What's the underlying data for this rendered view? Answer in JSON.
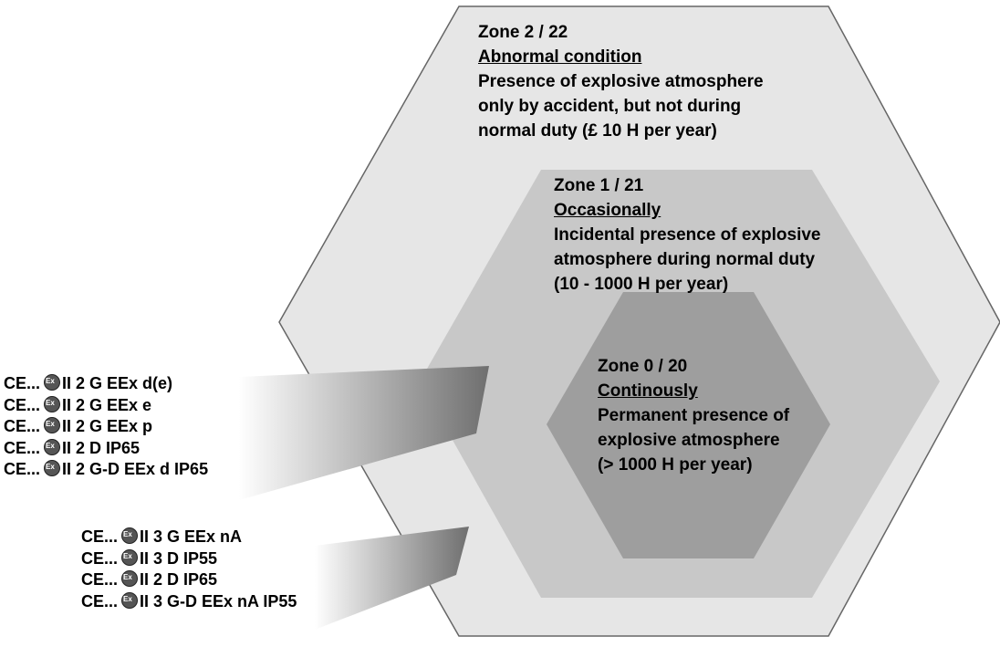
{
  "zones": [
    {
      "title": "Zone 2 / 22",
      "heading": "Abnormal condition",
      "lines": [
        "Presence of explosive atmosphere",
        "only by accident, but not during",
        "normal duty (£ 10 H per year)"
      ],
      "fill": "#e6e6e6"
    },
    {
      "title": "Zone 1 / 21",
      "heading": "Occasionally",
      "lines": [
        "Incidental presence of explosive",
        "atmosphere during normal duty",
        "(10 - 1000 H per year)"
      ],
      "fill": "#c8c8c8"
    },
    {
      "title": "Zone 0 / 20",
      "heading": "Continously",
      "lines": [
        "Permanent presence of",
        "explosive atmosphere",
        "(> 1000 H per year)"
      ],
      "fill": "#9e9e9e"
    }
  ],
  "markings": {
    "zone1_group": [
      {
        "prefix": "CE...",
        "icon": "ex-hexagon-icon",
        "text": "II 2 G EEx d(e)"
      },
      {
        "prefix": "CE...",
        "icon": "ex-hexagon-icon",
        "text": "II 2 G EEx e"
      },
      {
        "prefix": "CE...",
        "icon": "ex-hexagon-icon",
        "text": "II 2 G EEx p"
      },
      {
        "prefix": "CE...",
        "icon": "ex-hexagon-icon",
        "text": "II 2 D IP65"
      },
      {
        "prefix": "CE...",
        "icon": "ex-hexagon-icon",
        "text": "II 2 G-D EEx d IP65"
      }
    ],
    "zone2_group": [
      {
        "prefix": "CE...",
        "icon": "ex-hexagon-icon",
        "text": "II 3 G EEx nA"
      },
      {
        "prefix": "CE...",
        "icon": "ex-hexagon-icon",
        "text": "II 3 D IP55"
      },
      {
        "prefix": "CE...",
        "icon": "ex-hexagon-icon",
        "text": "II 2 D IP65"
      },
      {
        "prefix": "CE...",
        "icon": "ex-hexagon-icon",
        "text": "II 3 G-D EEx nA IP55"
      }
    ]
  }
}
